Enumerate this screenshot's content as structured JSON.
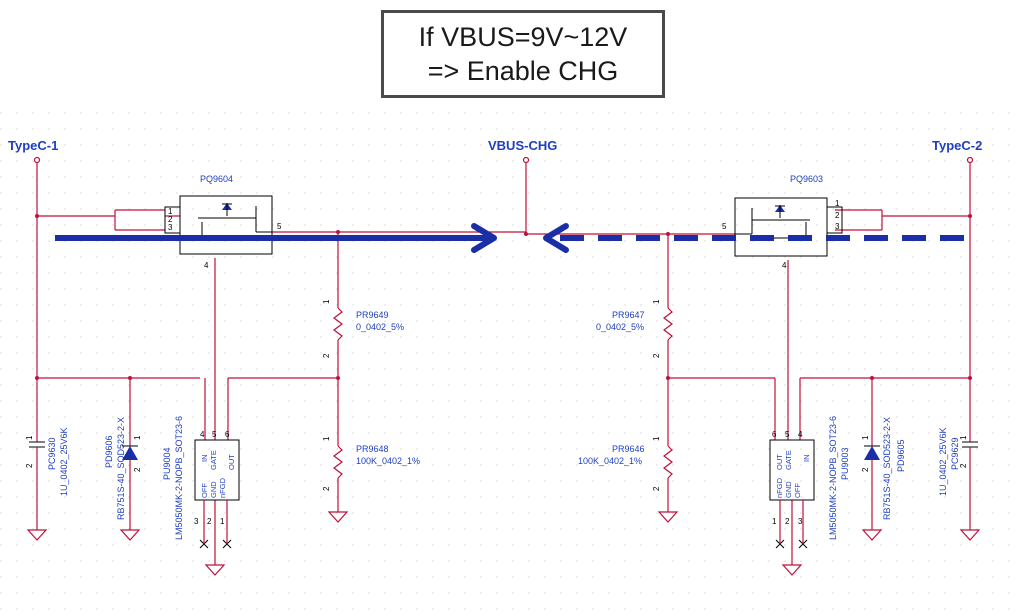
{
  "note": {
    "line1": "If VBUS=9V~12V",
    "line2": "=> Enable CHG"
  },
  "nets": {
    "left": "TypeC-1",
    "center": "VBUS-CHG",
    "right": "TypeC-2"
  },
  "mosfets": [
    {
      "ref": "PQ9604",
      "pins": [
        "1",
        "2",
        "3",
        "5",
        "4"
      ]
    },
    {
      "ref": "PQ9603",
      "pins": [
        "1",
        "2",
        "3",
        "5",
        "4"
      ]
    }
  ],
  "resistors": [
    {
      "ref": "PR9649",
      "value": "0_0402_5%",
      "pin1": "1",
      "pin2": "2"
    },
    {
      "ref": "PR9648",
      "value": "100K_0402_1%",
      "pin1": "1",
      "pin2": "2"
    },
    {
      "ref": "PR9647",
      "value": "0_0402_5%",
      "pin1": "1",
      "pin2": "2"
    },
    {
      "ref": "PR9646",
      "value": "100K_0402_1%",
      "pin1": "1",
      "pin2": "2"
    }
  ],
  "capacitors": [
    {
      "ref": "PC9630",
      "value": "1U_0402_25V6K",
      "pin1": "1",
      "pin2": "2"
    },
    {
      "ref": "PC9629",
      "value": "1U_0402_25V6K",
      "pin1": "1",
      "pin2": "2"
    }
  ],
  "diodes": [
    {
      "ref": "PD9606",
      "part": "RB751S-40_SOD523-2-X",
      "pin1": "1",
      "pin2": "2"
    },
    {
      "ref": "PD9605",
      "part": "RB751S-40_SOD523-2-X",
      "pin1": "1",
      "pin2": "2"
    }
  ],
  "controllers": [
    {
      "ref": "PU9004",
      "part": "LM5050MK-2-NOPB_SOT23-6",
      "top_pins": [
        "4",
        "5",
        "6"
      ],
      "bottom_pins": [
        "3",
        "2",
        "1"
      ],
      "labels": [
        "OFF",
        "GND",
        "nFGD",
        "IN",
        "GATE",
        "OUT"
      ]
    },
    {
      "ref": "PU9003",
      "part": "LM5050MK-2-NOPB_SOT23-6",
      "top_pins": [
        "6",
        "5",
        "4"
      ],
      "bottom_pins": [
        "1",
        "2",
        "3"
      ],
      "labels": [
        "nFGD",
        "GND",
        "OFF",
        "OUT",
        "GATE",
        "IN"
      ]
    }
  ],
  "colors": {
    "wire": "#c0103a",
    "net_label": "#1f3fbf",
    "flow_arrow": "#1a2ea8",
    "grid": "#d8d8d8"
  }
}
